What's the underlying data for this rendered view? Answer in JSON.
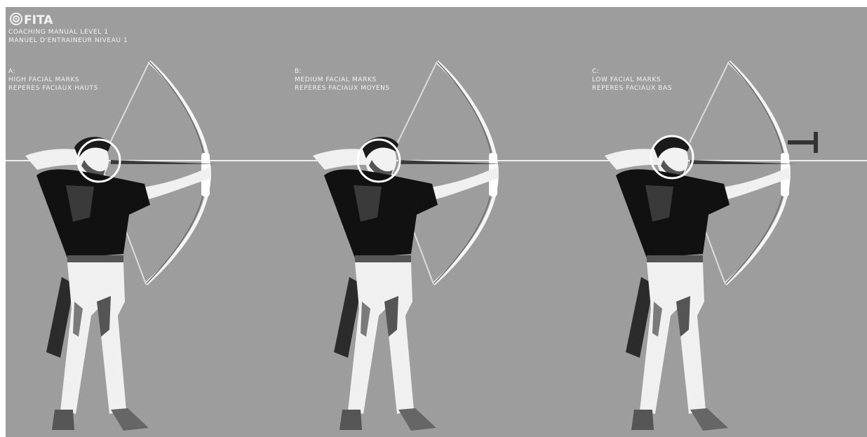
{
  "header": {
    "brand": "FITA",
    "subtitle_en": "Coaching Manual Level 1",
    "subtitle_fr": "Manuel d'entraineur niveau 1"
  },
  "panels": [
    {
      "letter": "A:",
      "label_en": "High facial marks",
      "label_fr": "Reperes faciaux hauts"
    },
    {
      "letter": "B:",
      "label_en": "Medium facial marks",
      "label_fr": "Reperes faciaux moyens"
    },
    {
      "letter": "C:",
      "label_en": "Low facial marks",
      "label_fr": "Reperes faciaux bas"
    }
  ],
  "colors": {
    "background": "#9d9d9d",
    "reference_line": "#eeeeee",
    "shirt": "#111111",
    "pants": "#f0f0f0",
    "skin": "#f2f2f2",
    "bow": "#f5f5f5"
  }
}
